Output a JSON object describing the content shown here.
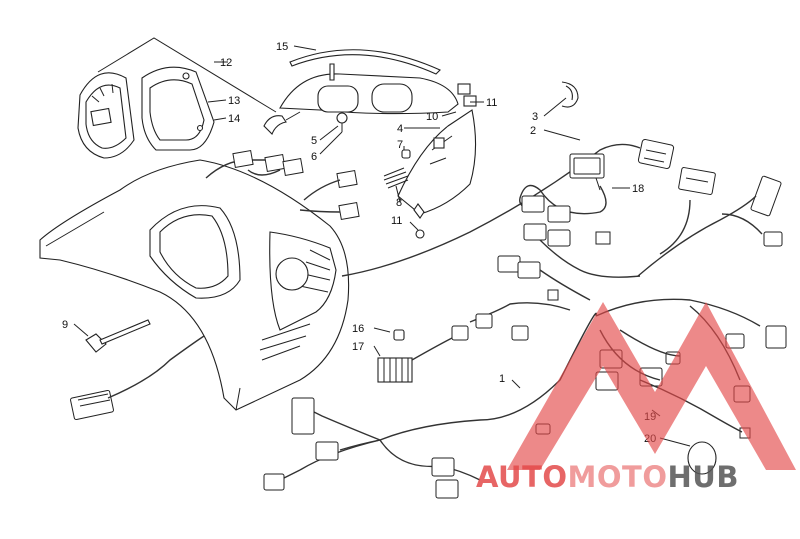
{
  "callouts": [
    "1",
    "2",
    "3",
    "4",
    "5",
    "6",
    "7",
    "8",
    "9",
    "10",
    "11",
    "11",
    "12",
    "13",
    "14",
    "15",
    "16",
    "17",
    "18",
    "19",
    "20"
  ],
  "watermark": {
    "auto": "AUTO",
    "moto": "MOTO",
    "hub": "HUB",
    "color_red": "#e34a4a",
    "color_gray": "#555555"
  }
}
